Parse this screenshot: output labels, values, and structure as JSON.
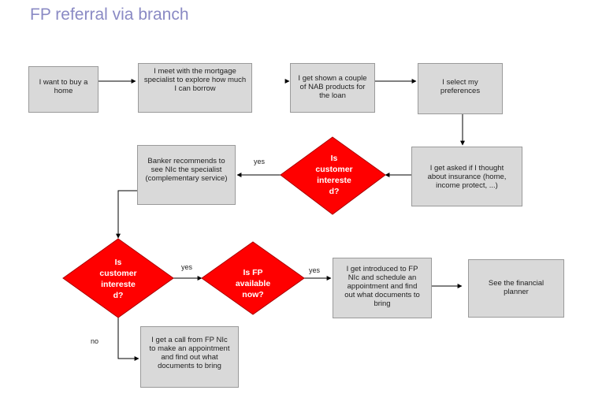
{
  "title": "FP referral via branch",
  "boxes": {
    "buy_home": "I want to buy a home",
    "meet_specialist": "I meet with the mortgage specialist to explore how much I can borrow",
    "shown_products": "I get shown a couple of NAB products for the loan",
    "select_prefs": "I select my preferences",
    "asked_insurance": "I get asked if I thought about insurance (home, income protect, ...)",
    "banker_recommends": "Banker recommends to see NIc the specialist (complementary service)",
    "introduced_fp": "I get introduced to FP NIc and schedule an appointment and find out what documents to bring",
    "see_planner": "See the financial planner",
    "call_from_fp": "I get a call from FP NIc to make an appointment and find out what documents to bring"
  },
  "decisions": {
    "d1": [
      "Is",
      "customer",
      "intereste",
      "d?"
    ],
    "d2": [
      "Is",
      "customer",
      "intereste",
      "d?"
    ],
    "d3": [
      "Is FP",
      "available",
      "now?"
    ]
  },
  "edge_labels": {
    "yes_d1": "yes",
    "yes_d2": "yes",
    "yes_d3": "yes",
    "no_d2": "no"
  },
  "colors": {
    "box_fill": "#d9d9d9",
    "decision_fill": "#ff0000",
    "title": "#8a8ac4"
  }
}
